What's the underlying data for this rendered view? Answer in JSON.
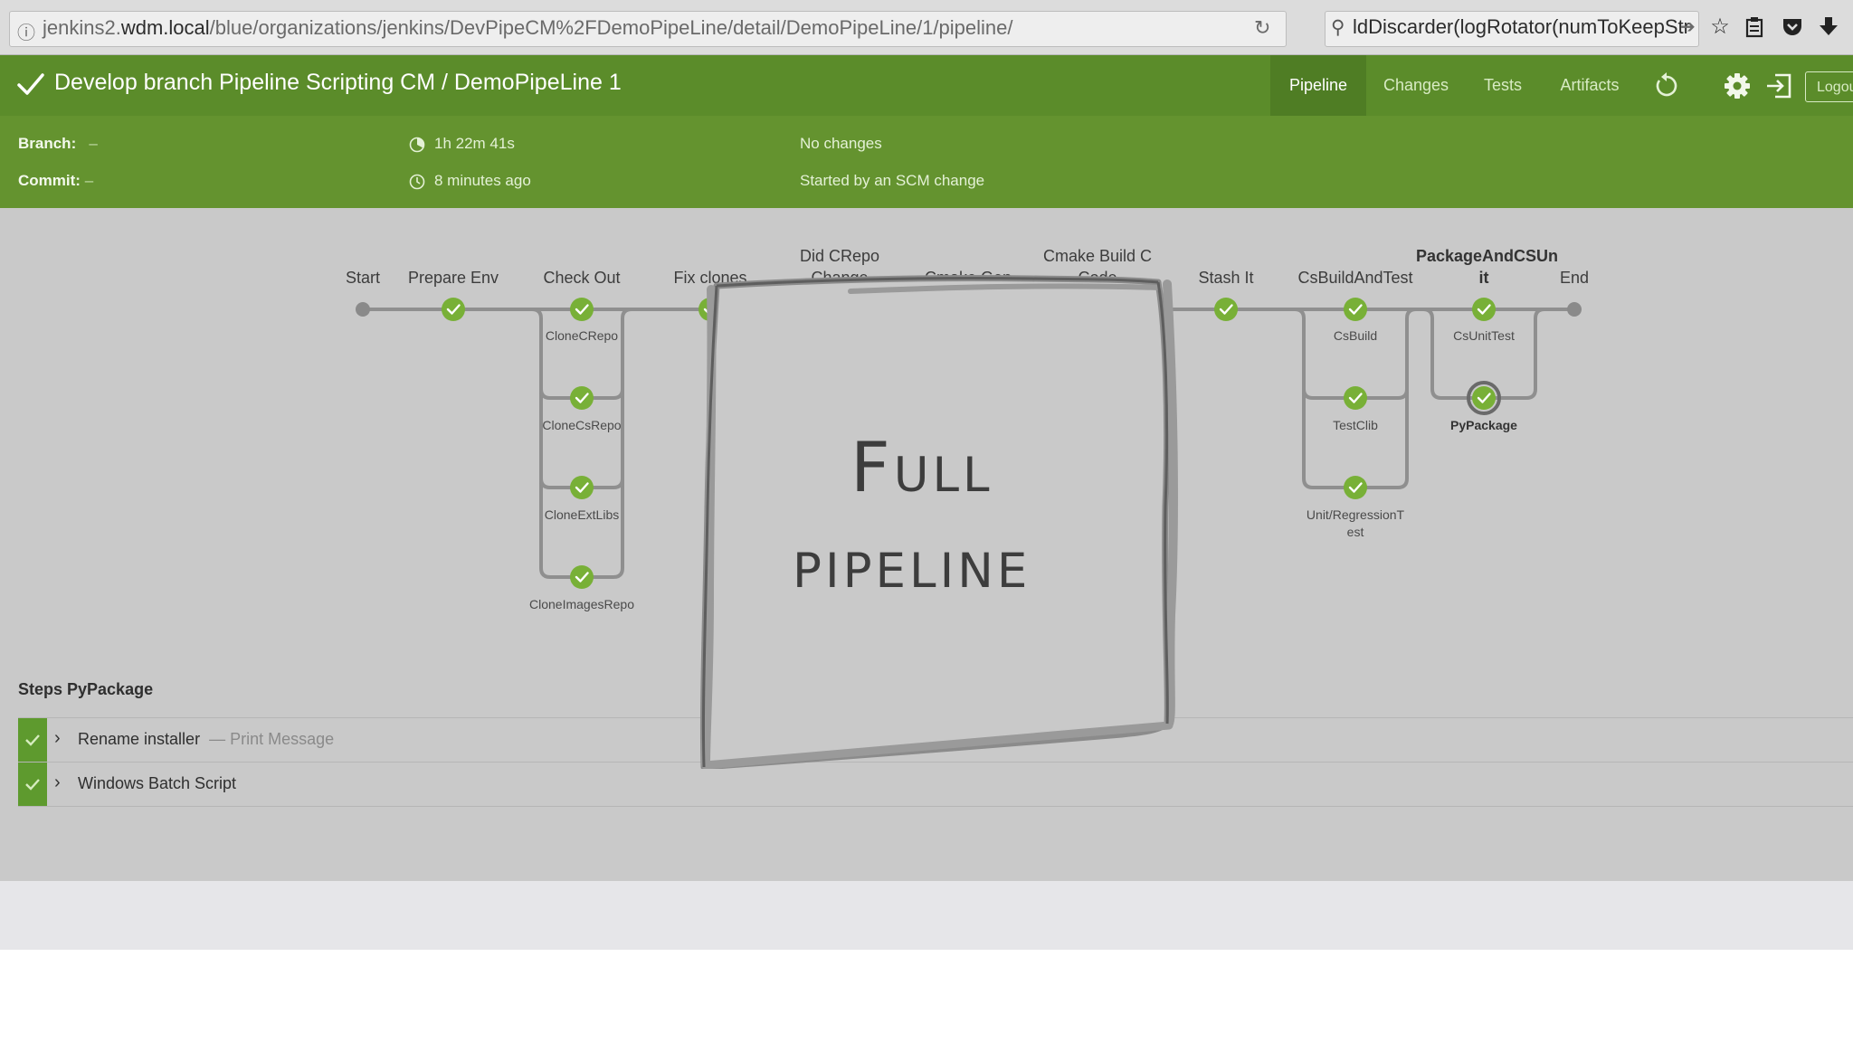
{
  "browser": {
    "url_prefix": "jenkins2.",
    "url_host": "wdm.local",
    "url_path": "/blue/organizations/jenkins/DevPipeCM%2FDemoPipeLine/detail/DemoPipeLine/1/pipeline/",
    "search_text": "ldDiscarder(logRotator(numToKeepStr"
  },
  "header": {
    "title": "Develop branch Pipeline Scripting CM / DemoPipeLine 1",
    "tabs": [
      "Pipeline",
      "Changes",
      "Tests",
      "Artifacts"
    ],
    "logout_label": "Logou"
  },
  "run_info": {
    "branch_label": "Branch:",
    "branch_value": "–",
    "commit_label": "Commit:",
    "commit_value": "–",
    "duration": "1h 22m 41s",
    "started": "8 minutes ago",
    "changes": "No changes",
    "cause": "Started by an SCM change"
  },
  "pipeline": {
    "stages": [
      {
        "label": "Start"
      },
      {
        "label": "Prepare Env"
      },
      {
        "label": "Check Out"
      },
      {
        "label": "Fix clones"
      },
      {
        "label": "Did CRepo\nChange"
      },
      {
        "label": "Cmake Gen"
      },
      {
        "label": "Cmake Build C\nCode"
      },
      {
        "label": "Stash It"
      },
      {
        "label": "CsBuildAndTest"
      },
      {
        "label": "PackageAndCSUn\nit"
      },
      {
        "label": "End"
      }
    ],
    "checkout_branches": [
      "CloneCRepo",
      "CloneCsRepo",
      "CloneExtLibs",
      "CloneImagesRepo"
    ],
    "csbuild_branches": [
      "CsBuild",
      "TestClib",
      "Unit/RegressionT\nest"
    ],
    "package_branches": [
      "CsUnitTest",
      "PyPackage"
    ]
  },
  "overlay": {
    "line1": "Full",
    "line2": "pipeline"
  },
  "steps": {
    "title": "Steps PyPackage",
    "items": [
      {
        "name": "Rename installer",
        "desc": "— Print Message"
      },
      {
        "name": "Windows Batch Script",
        "desc": ""
      }
    ]
  },
  "colors": {
    "header_green": "#5b8c2a",
    "success_green": "#78b037",
    "graph_line": "#8f8f8f"
  }
}
